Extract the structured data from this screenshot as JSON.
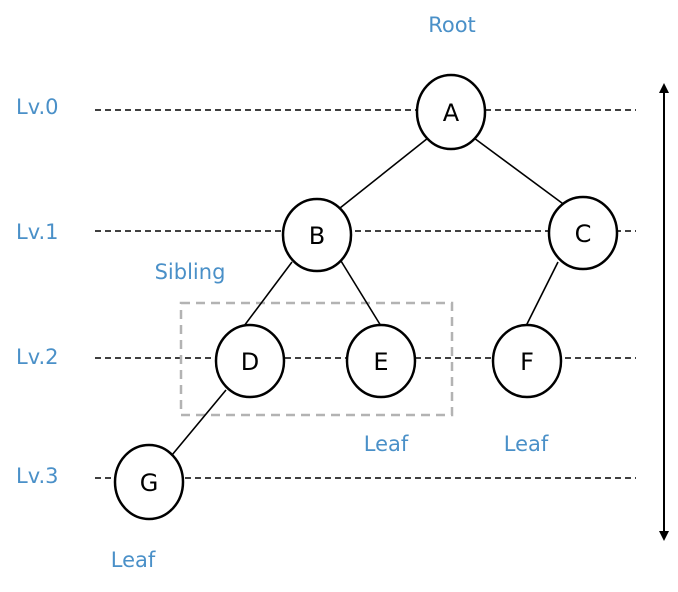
{
  "colors": {
    "label": "#4a90c8",
    "stroke": "#000000",
    "sibling_box": "#b3b3b3"
  },
  "annotations": {
    "root": "Root",
    "sibling": "Sibling",
    "leaf_e": "Leaf",
    "leaf_f": "Leaf",
    "leaf_g": "Leaf"
  },
  "levels": [
    {
      "label": "Lv.0"
    },
    {
      "label": "Lv.1"
    },
    {
      "label": "Lv.2"
    },
    {
      "label": "Lv.3"
    }
  ],
  "nodes": [
    {
      "label": "A"
    },
    {
      "label": "B"
    },
    {
      "label": "C"
    },
    {
      "label": "D"
    },
    {
      "label": "E"
    },
    {
      "label": "F"
    },
    {
      "label": "G"
    }
  ],
  "edges": [
    [
      "A",
      "B"
    ],
    [
      "A",
      "C"
    ],
    [
      "B",
      "D"
    ],
    [
      "B",
      "E"
    ],
    [
      "C",
      "F"
    ],
    [
      "D",
      "G"
    ]
  ]
}
